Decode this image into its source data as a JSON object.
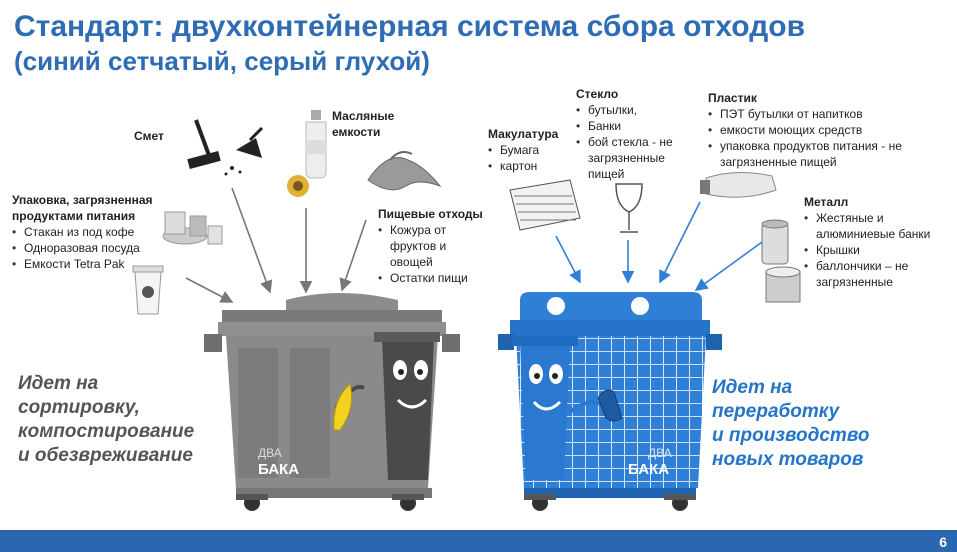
{
  "header": {
    "title": "Стандарт: двухконтейнерная система сбора отходов",
    "subtitle": "(синий сетчатый, серый глухой)"
  },
  "left_categories": {
    "smet": {
      "title": "Смет"
    },
    "oil": {
      "title_line1": "Масляные",
      "title_line2": "емкости"
    },
    "packaging": {
      "title_line1": "Упаковка, загрязненная",
      "title_line2": "продуктами питания",
      "items": [
        "Стакан из под кофе",
        "Одноразовая посуда",
        "Емкости Tetra Pak"
      ]
    },
    "food": {
      "title": "Пищевые отходы",
      "items": [
        "Кожура от фруктов и овощей",
        "Остатки пищи"
      ]
    }
  },
  "right_categories": {
    "paper": {
      "title": "Макулатура",
      "items": [
        "Бумага",
        "картон"
      ]
    },
    "glass": {
      "title": "Стекло",
      "items": [
        "бутылки,",
        "Банки",
        "бой стекла - не загрязненные пищей"
      ]
    },
    "plastic": {
      "title": "Пластик",
      "items": [
        "ПЭТ бутылки от напитков",
        "емкости моющих средств",
        "упаковка продуктов питания - не загрязненные пищей"
      ]
    },
    "metal": {
      "title": "Металл",
      "items": [
        "Жестяные и алюминиевые банки",
        "Крышки",
        "баллончики – не загрязненные"
      ]
    }
  },
  "notes": {
    "left": [
      "Идет на",
      "сортировку,",
      "компостирование",
      "и обезвреживание"
    ],
    "right": [
      "Идет на",
      "переработку",
      "и производство",
      "новых товаров"
    ]
  },
  "logos": {
    "line1": "ДВА",
    "line2": "БАКА"
  },
  "footer": {
    "page_number": "6"
  },
  "colors": {
    "title": "#2e6db4",
    "gray_bin": "#8a8a8a",
    "blue_bin": "#2f7fd6",
    "footer": "#2b66b0",
    "note_left": "#555555",
    "note_right": "#2474c9"
  }
}
